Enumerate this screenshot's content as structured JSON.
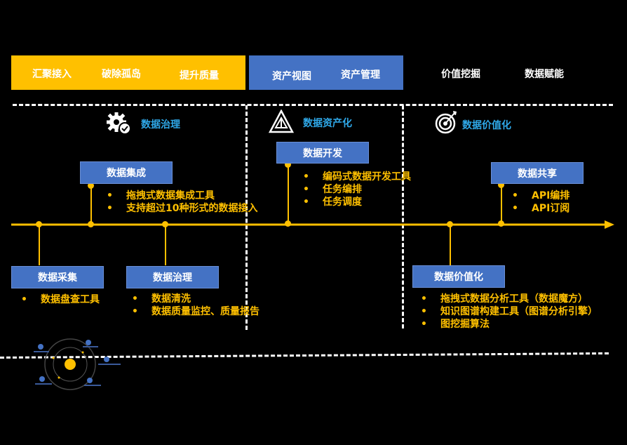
{
  "top_bands": {
    "yellow": [
      "汇聚接入",
      "破除孤岛",
      "提升质量"
    ],
    "blue": [
      "资产视图",
      "资产管理"
    ],
    "plain": [
      "价值挖掘",
      "数据赋能"
    ]
  },
  "sections": {
    "governance": {
      "title": "数据治理",
      "icon": "gear-check-icon"
    },
    "assetization": {
      "title": "数据资产化",
      "icon": "triangle-icon"
    },
    "valorization": {
      "title": "数据价值化",
      "icon": "target-icon"
    }
  },
  "nodes": {
    "collection": {
      "title": "数据采集",
      "items": [
        "数据盘查工具"
      ]
    },
    "integration": {
      "title": "数据集成",
      "items": [
        "拖拽式数据集成工具",
        "支持超过10种形式的数据接入"
      ]
    },
    "governance": {
      "title": "数据治理",
      "items": [
        "数据清洗",
        "数据质量监控、质量报告"
      ]
    },
    "development": {
      "title": "数据开发",
      "items": [
        "编码式数据开发工具",
        "任务编排",
        "任务调度"
      ]
    },
    "value": {
      "title": "数据价值化",
      "items": [
        "拖拽式数据分析工具（数据魔方）",
        "知识图谱构建工具（图谱分析引擎）",
        "图挖掘算法"
      ]
    },
    "sharing": {
      "title": "数据共享",
      "items": [
        "API编排",
        "API订阅"
      ]
    }
  },
  "colors": {
    "yellow": "#FFC000",
    "blue": "#4472C4",
    "cyan": "#2FA8E8",
    "background": "#000000"
  }
}
